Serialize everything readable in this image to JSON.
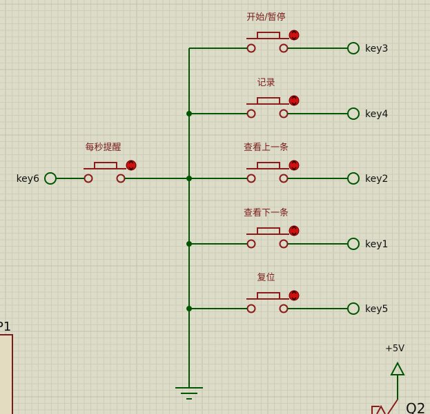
{
  "colors": {
    "background": "#dcdcc9",
    "grid_minor": "#cdcdb8",
    "grid_major": "#c0c0aa",
    "wire": "#005500",
    "switch": "#8b1a1a",
    "pin_indicator": "#d01010",
    "terminal_text": "#111111",
    "switch_label_text": "#7a1a1a",
    "power_symbol": "#005500",
    "component_fill": "#e3dcc0"
  },
  "switches": [
    {
      "id": "start-pause",
      "label": "开始/暂停",
      "net": "key3",
      "junction": false
    },
    {
      "id": "record",
      "label": "记录",
      "net": "key4",
      "junction": true
    },
    {
      "id": "view-previous",
      "label": "查看上一条",
      "net": "key2",
      "junction": true
    },
    {
      "id": "view-next",
      "label": "查看下一条",
      "net": "key1",
      "junction": true
    },
    {
      "id": "reset",
      "label": "复位",
      "net": "key5",
      "junction": true
    }
  ],
  "left_switch": {
    "id": "per-second-reminder",
    "label": "每秒提醒",
    "net": "key6"
  },
  "power": {
    "label": "+5V"
  },
  "partial_components": {
    "left_ref": "P1",
    "right_ref": "Q2"
  }
}
